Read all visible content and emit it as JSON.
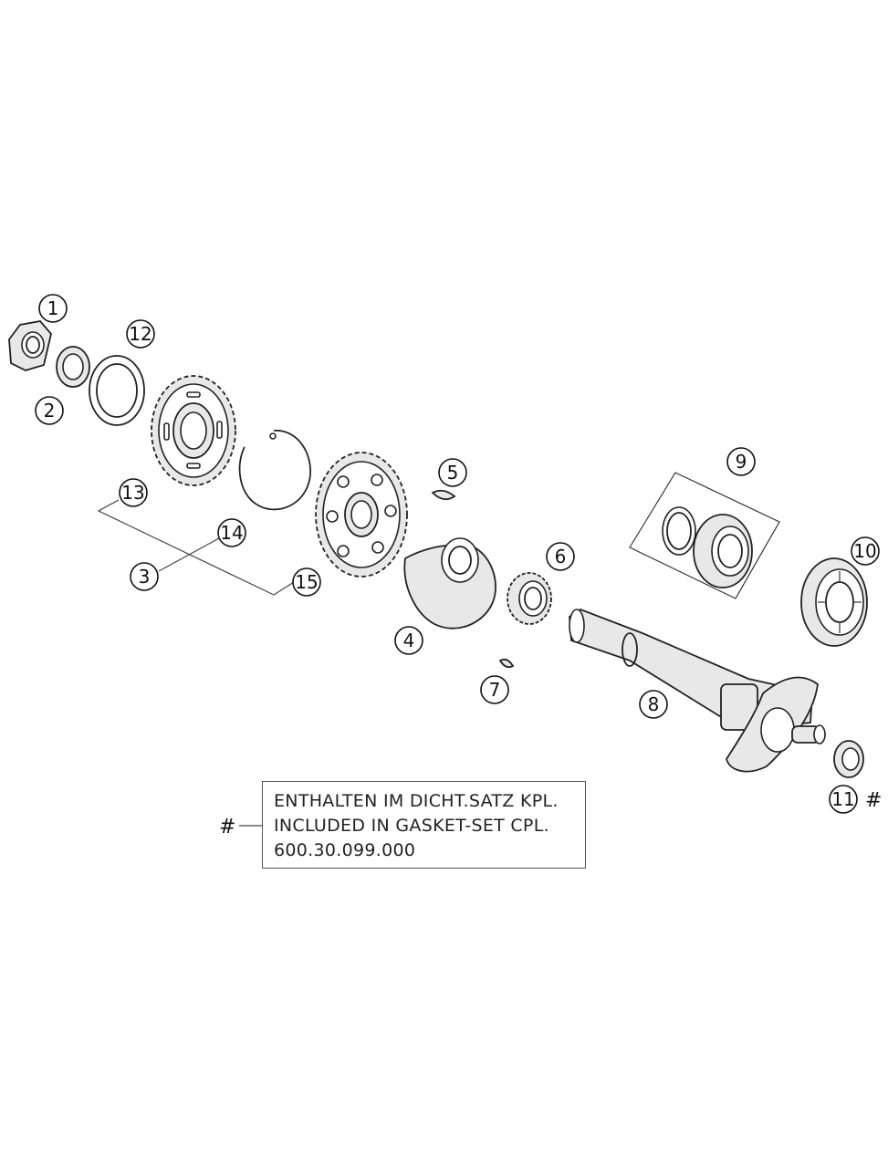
{
  "callouts": {
    "c1": "1",
    "c2": "2",
    "c3": "3",
    "c4": "4",
    "c5": "5",
    "c6": "6",
    "c7": "7",
    "c8": "8",
    "c9": "9",
    "c10": "10",
    "c11": "11",
    "c12": "12",
    "c13": "13",
    "c14": "14",
    "c15": "15"
  },
  "footnote_mark": "#",
  "note": {
    "mark": "#",
    "line1": "ENTHALTEN IM DICHT.SATZ KPL.",
    "line2": "INCLUDED IN GASKET-SET CPL.",
    "line3": "600.30.099.000"
  }
}
